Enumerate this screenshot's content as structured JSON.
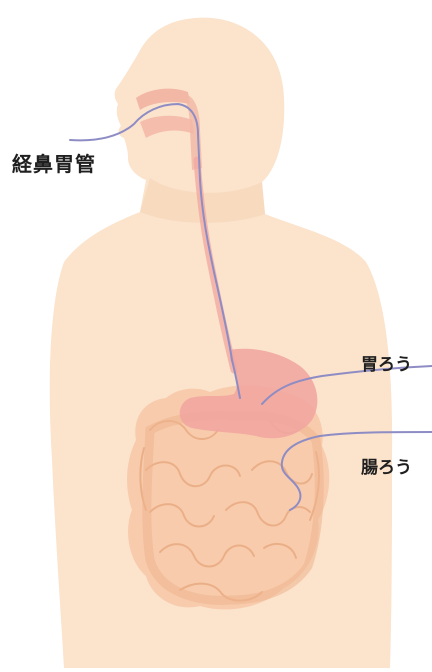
{
  "labels": {
    "nasogastric_tube": "経鼻胃管",
    "gastrostomy": "胃ろう",
    "enterostomy": "腸ろう"
  },
  "colors": {
    "skin": "#fbe3cc",
    "skin_shade": "#f6d3b5",
    "nasal_cavity": "#f3b7a6",
    "esophagus": "#f2a7a0",
    "stomach": "#f1a6a0",
    "intestines": "#f6c8a8",
    "intestine_outline": "#e9a980",
    "tube": "#8e8cc4"
  }
}
